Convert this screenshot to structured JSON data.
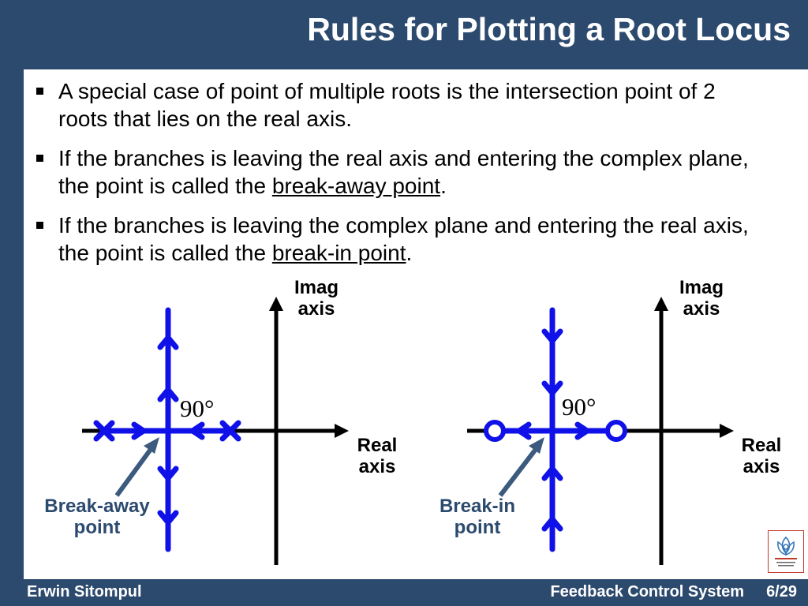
{
  "slide": {
    "title": "Rules for Plotting a Root Locus"
  },
  "bullets": [
    {
      "text": "A special case of point of multiple roots is the intersection point of 2 roots that lies on the real axis.",
      "term": "",
      "suffix": ""
    },
    {
      "text": "If the branches is leaving the real axis and entering the complex plane, the point is called the ",
      "term": "break-away point",
      "suffix": "."
    },
    {
      "text": "If the branches is leaving the complex plane and entering the real axis, the point is called the ",
      "term": "break-in point",
      "suffix": "."
    }
  ],
  "diagram_left": {
    "imag_axis_label_line1": "Imag",
    "imag_axis_label_line2": "axis",
    "real_axis_label_line1": "Real",
    "real_axis_label_line2": "axis",
    "angle_label": "90°",
    "point_label_line1": "Break-away",
    "point_label_line2": "point",
    "pole_marker": "x"
  },
  "diagram_right": {
    "imag_axis_label_line1": "Imag",
    "imag_axis_label_line2": "axis",
    "real_axis_label_line1": "Real",
    "real_axis_label_line2": "axis",
    "angle_label": "90°",
    "point_label_line1": "Break-in",
    "point_label_line2": "point",
    "zero_marker": "o"
  },
  "colors": {
    "accent": "#2c4a6e",
    "branch": "#1010e8",
    "axis": "#000000"
  },
  "footer": {
    "author": "Erwin Sitompul",
    "course": "Feedback Control System",
    "page": "6/29"
  },
  "logo": {
    "icon": "university-logo-icon",
    "text": "PRESIDENT UNIVERSITY"
  }
}
